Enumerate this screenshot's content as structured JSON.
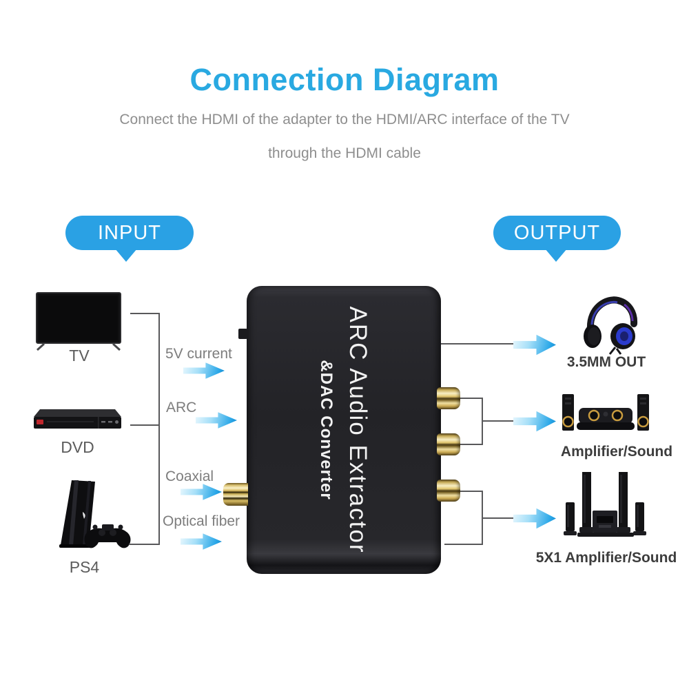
{
  "page": {
    "title": "Connection Diagram",
    "subtitle_line1": "Connect the HDMI of the adapter to the HDMI/ARC interface of the TV",
    "subtitle_line2": "through the HDMI cable"
  },
  "bubbles": {
    "input": "INPUT",
    "output": "OUTPUT"
  },
  "device": {
    "name_line1": "ARC Audio Extractor",
    "name_line2": "&DAC Converter"
  },
  "inputs": [
    {
      "label": "TV",
      "icon": "tv-icon"
    },
    {
      "label": "DVD",
      "icon": "dvd-player-icon"
    },
    {
      "label": "PS4",
      "icon": "ps4-console-icon"
    }
  ],
  "ports": [
    {
      "label": "5V current"
    },
    {
      "label": "ARC"
    },
    {
      "label": "Coaxial"
    },
    {
      "label": "Optical fiber"
    }
  ],
  "outputs": [
    {
      "label": "3.5MM OUT",
      "icon": "headphones-icon"
    },
    {
      "label": "Amplifier/Sound",
      "icon": "speaker-system-icon"
    },
    {
      "label": "5X1 Amplifier/Sound",
      "icon": "home-theater-icon"
    }
  ],
  "colors": {
    "accent_blue": "#29a9e1",
    "bubble_blue": "#2aa1e4",
    "arrow_blue": "#1286cb",
    "device_black": "#232327",
    "connector_gold": "#cfae56",
    "subtitle_gray": "#8e8e8e",
    "label_gray": "#7d7d7d",
    "dark_label": "#3d3d3d"
  }
}
